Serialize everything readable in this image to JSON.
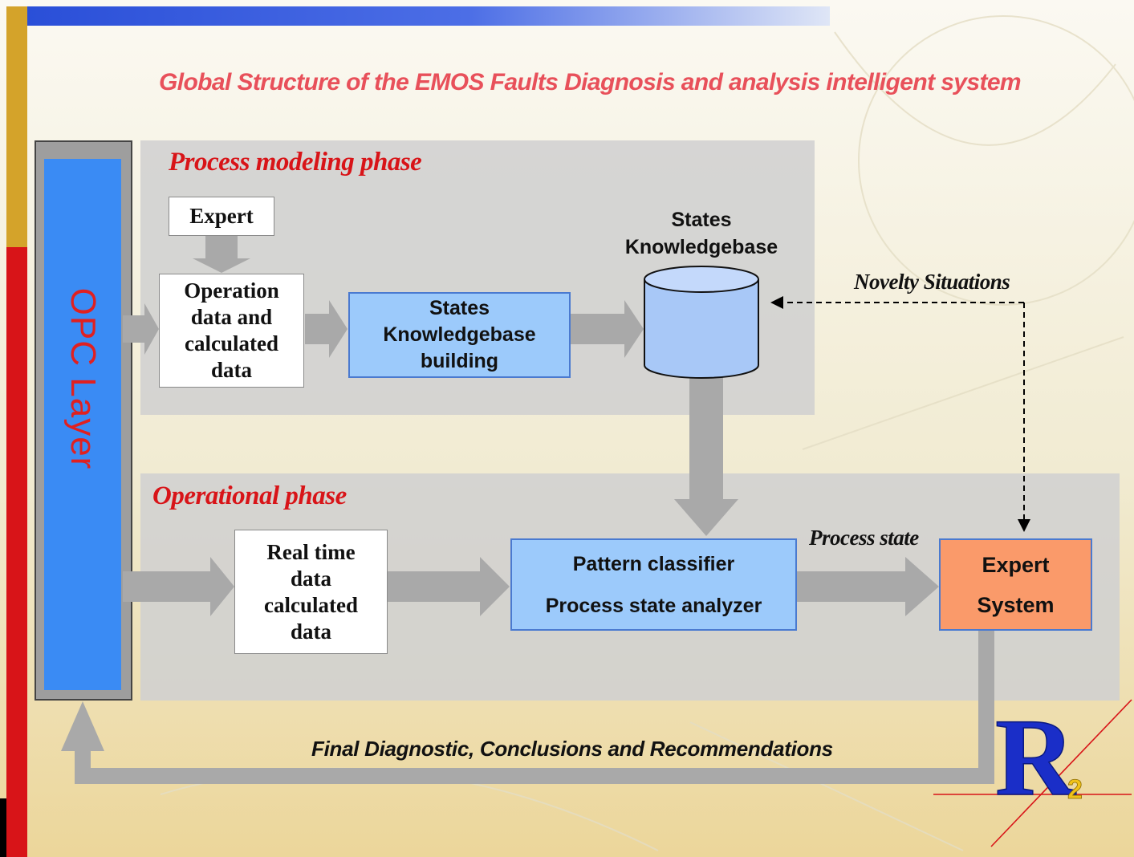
{
  "title": "Global Structure of the EMOS Faults Diagnosis and analysis intelligent system",
  "opc_layer": "OPC Layer",
  "modeling_phase": {
    "label": "Process modeling phase",
    "expert": "Expert",
    "operation_data": "Operation\ndata and\ncalculated\ndata",
    "kb_building": "States\nKnowledgebase\nbuilding",
    "kb_label": "States\nKnowledgebase"
  },
  "operational_phase": {
    "label": "Operational phase",
    "realtime_data": "Real time\ndata\ncalculated\ndata",
    "classifier_line1": "Pattern classifier",
    "classifier_line2": "Process state analyzer",
    "expert_system_line1": "Expert",
    "expert_system_line2": "System"
  },
  "arrow_labels": {
    "novelty": "Novelty Situations",
    "process_state": "Process state",
    "final": "Final Diagnostic, Conclusions and Recommendations"
  },
  "logo": {
    "letter": "R",
    "subscript": "2"
  },
  "colors": {
    "title_red": "#e8505a",
    "phase_red": "#d81418",
    "opc_blue": "#3a8bf4",
    "box_blue": "#9ccafb",
    "expert_orange": "#fa9a6a",
    "arrow_gray": "#a9a9a9",
    "logo_blue": "#1a2ec8"
  }
}
